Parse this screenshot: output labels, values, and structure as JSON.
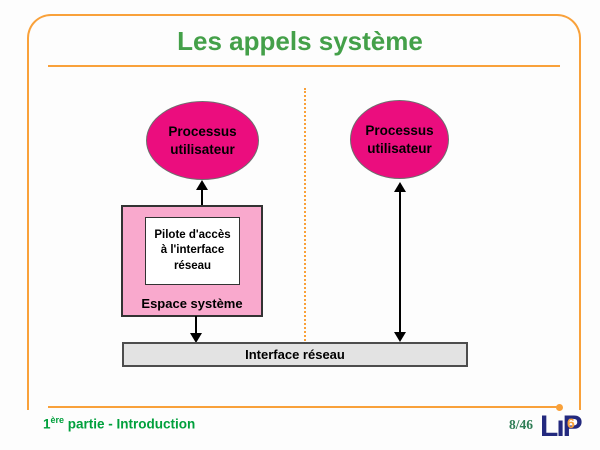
{
  "slide": {
    "title": "Les appels système"
  },
  "diagram": {
    "left_process": {
      "line1": "Processus",
      "line2": "utilisateur"
    },
    "right_process": {
      "line1": "Processus",
      "line2": "utilisateur"
    },
    "driver_box": {
      "line1": "Pilote d'accès",
      "line2": "à l'interface",
      "line3": "réseau"
    },
    "system_space_label": "Espace système",
    "interface_bar_label": "Interface réseau"
  },
  "footer": {
    "section_number": "1",
    "section_superscript": "ère",
    "section_rest": " partie - Introduction",
    "page_number": "8/46"
  },
  "logo": {
    "letters": "LıP",
    "six": "6"
  },
  "colors": {
    "frame_orange": "#F9A13A",
    "title_green": "#44A049",
    "footer_green": "#00A03C",
    "page_number_green": "#2E7D55",
    "process_pink": "#EB0D7E",
    "system_space_pink": "#F9A9CD",
    "interface_gray": "#E3E3E3",
    "logo_navy": "#23297E",
    "logo_orange": "#F9A13A",
    "arrow_black": "#000000"
  }
}
